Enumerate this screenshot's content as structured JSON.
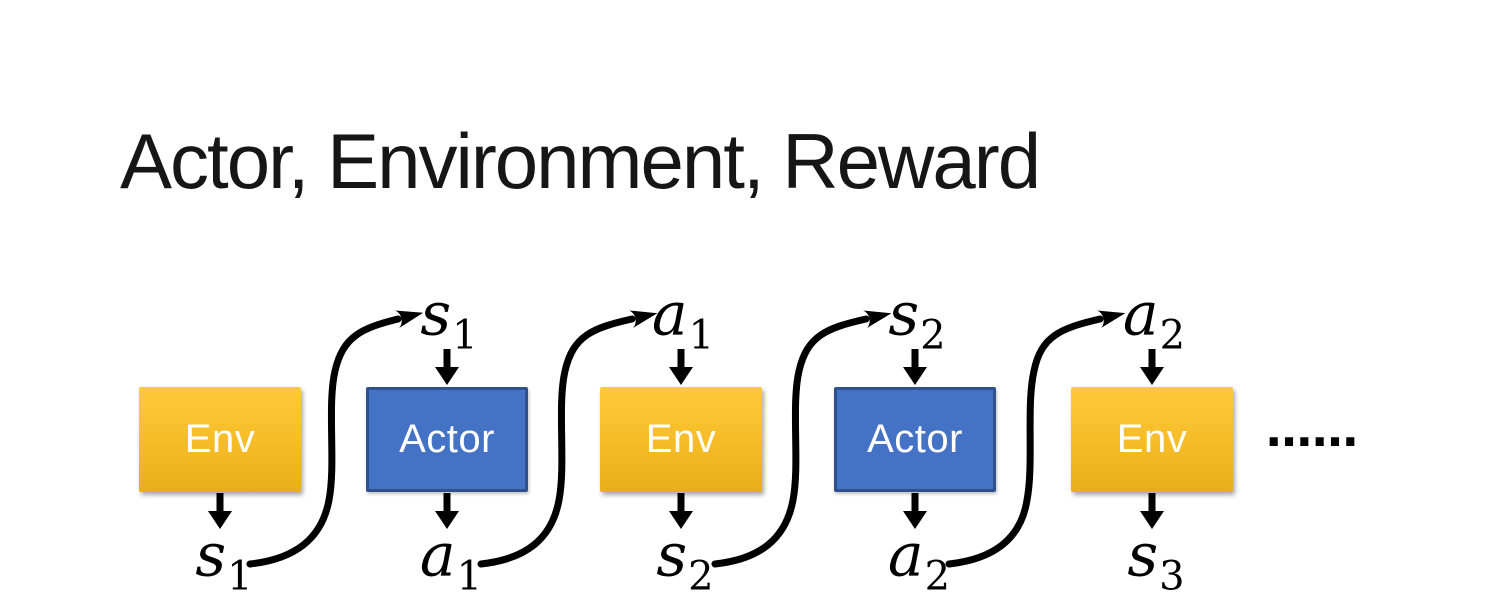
{
  "title": "Actor, Environment, Reward",
  "colors": {
    "env_top": "#FFC93C",
    "env_bottom": "#E9AD1A",
    "actor_fill": "#4472C4",
    "actor_border": "#2F528F",
    "box_text": "#FFFFFF",
    "arrow": "#000000",
    "title_text": "#161616"
  },
  "diagram": {
    "boxes": [
      {
        "label": "Env",
        "kind": "env"
      },
      {
        "label": "Actor",
        "kind": "actor"
      },
      {
        "label": "Env",
        "kind": "env"
      },
      {
        "label": "Actor",
        "kind": "actor"
      },
      {
        "label": "Env",
        "kind": "env"
      }
    ],
    "top_labels": [
      {
        "main": "s",
        "sub": "1"
      },
      {
        "main": "a",
        "sub": "1"
      },
      {
        "main": "s",
        "sub": "2"
      },
      {
        "main": "a",
        "sub": "2"
      }
    ],
    "bottom_labels": [
      {
        "main": "s",
        "sub": "1"
      },
      {
        "main": "a",
        "sub": "1"
      },
      {
        "main": "s",
        "sub": "2"
      },
      {
        "main": "a",
        "sub": "2"
      },
      {
        "main": "s",
        "sub": "3"
      }
    ],
    "ellipsis": "……"
  }
}
